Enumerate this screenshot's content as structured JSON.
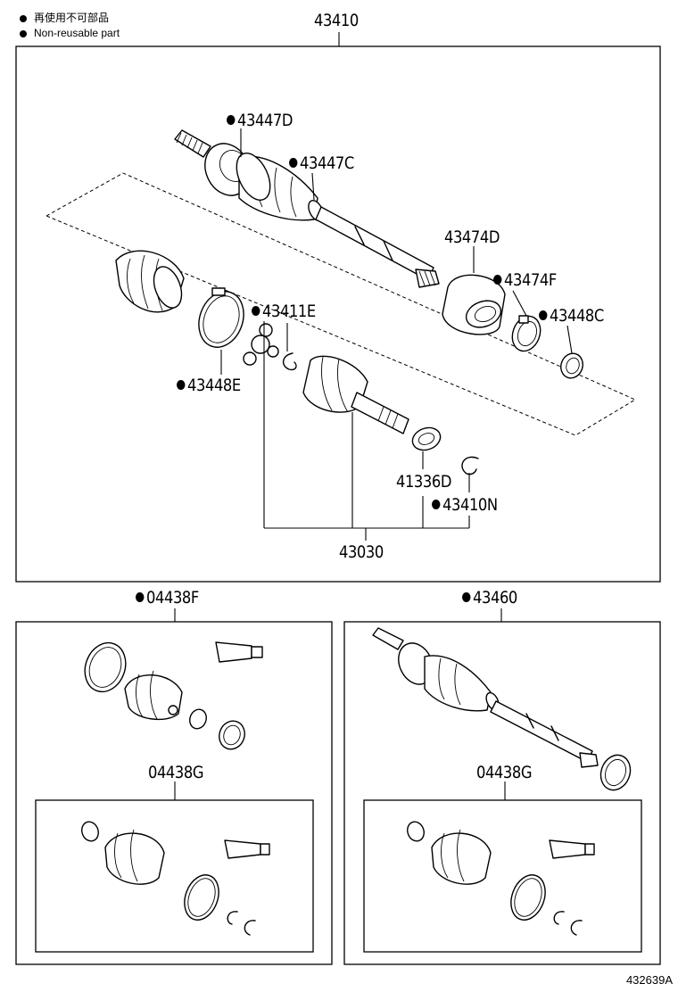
{
  "legend": {
    "items": [
      {
        "label_ja": "再使用不可部品"
      },
      {
        "label_en": "Non-reusable part"
      }
    ]
  },
  "main_assembly": {
    "code": "43410"
  },
  "parts": [
    {
      "id": "p43447D",
      "code": "43447D",
      "non_reusable": true
    },
    {
      "id": "p43447C",
      "code": "43447C",
      "non_reusable": true
    },
    {
      "id": "p43474D",
      "code": "43474D",
      "non_reusable": false
    },
    {
      "id": "p43474F",
      "code": "43474F",
      "non_reusable": true
    },
    {
      "id": "p43448C",
      "code": "43448C",
      "non_reusable": true
    },
    {
      "id": "p43411E",
      "code": "43411E",
      "non_reusable": true
    },
    {
      "id": "p43448E",
      "code": "43448E",
      "non_reusable": true
    },
    {
      "id": "p41336D",
      "code": "41336D",
      "non_reusable": false
    },
    {
      "id": "p43410N",
      "code": "43410N",
      "non_reusable": true
    },
    {
      "id": "p43030",
      "code": "43030",
      "non_reusable": false
    }
  ],
  "kit_left": {
    "code": "04438F",
    "non_reusable": true,
    "sub_code": "04438G"
  },
  "kit_right": {
    "code": "43460",
    "non_reusable": true,
    "sub_code": "04438G"
  },
  "figure_id": "432639A"
}
